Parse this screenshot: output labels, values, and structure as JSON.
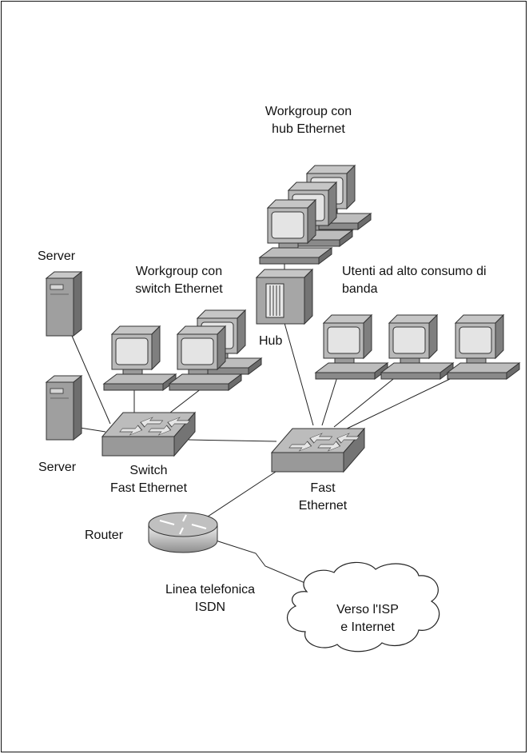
{
  "labels": {
    "workgroup_hub": [
      "Workgroup con",
      "hub Ethernet"
    ],
    "workgroup_switch": [
      "Workgroup con",
      "switch Ethernet"
    ],
    "high_bandwidth": [
      "Utenti ad alto consumo di",
      "banda"
    ],
    "server_top": "Server",
    "server_bottom": "Server",
    "hub": "Hub",
    "switch": [
      "Switch",
      "Fast Ethernet"
    ],
    "fast_ethernet": [
      "Fast",
      "Ethernet"
    ],
    "router": "Router",
    "isdn": [
      "Linea telefonica",
      "ISDN"
    ],
    "cloud": [
      "Verso l'ISP",
      "e Internet"
    ]
  },
  "colors": {
    "device_light": "#cfcfcf",
    "device_mid": "#a9a9a9",
    "device_dark": "#7b7b7b",
    "line": "#222222"
  }
}
